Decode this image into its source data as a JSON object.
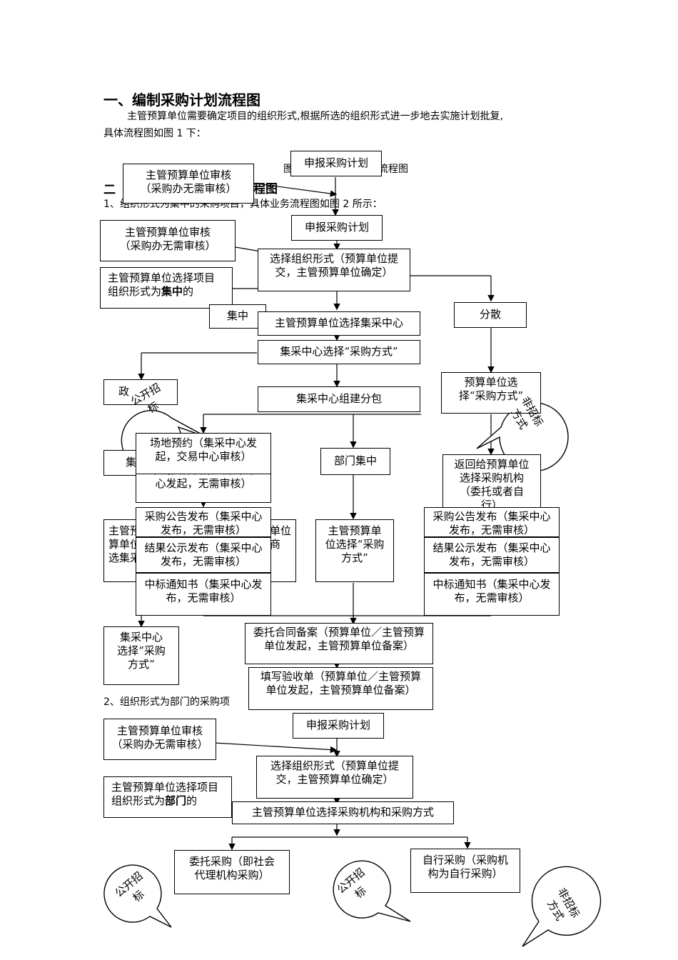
{
  "heading1": "一、编制采购计划流程图",
  "intro_line1": "主管预算单位需要确定项目的组织形式,根据所选的组织形式进一步地去实施计划批复,",
  "intro_line2": "具体流程图如图 1 下：",
  "fig1_caption_left": "图",
  "fig1_caption_right": "流程图",
  "heading2_partial": "二",
  "heading2_tail": "程图",
  "sub1_text": "1、组织形式为集中的采购项目，具体业务流程图如图 2 所示：",
  "sub2_text": "2、组织形式为部门的采购项",
  "top": {
    "apply": "申报采购计划",
    "review": "主管预算单位审核（采购办无需审核）"
  },
  "central": {
    "apply": "申报采购计划",
    "review": "主管预算单位审核（采购办无需审核）",
    "select_form": "选择组织形式（预算单位提交，主管预算单位确定）",
    "note_prefix": "主管预算单位选择项目组织形式为",
    "note_bold": "集中",
    "note_suffix": "的",
    "central_label": "集中",
    "select_center": "主管预算单位选择集采中心",
    "dispersed": "分散",
    "center_method": "集采中心选择“采购方式”",
    "build_package": "集采中心组建分包",
    "gov_partial": "政",
    "ji_partial": "集",
    "site_booking": "场地预约（集采中心发起，交易中心审核）",
    "file_record": "采购文件备案（集采中心发起，无需审核）",
    "dept_central": "部门集中",
    "budget_unit_method": "预算单位选择“采购方式”",
    "return_budget": "返回给预算单位选择采购机构（委托或者自行）",
    "left_stub": "主管预算单位选集采",
    "mid_stub": "单位商",
    "announce_left": "采购公告发布（集采中心发布，无需审核）",
    "result_left": "结果公示发布（集采中心发布，无需审核）",
    "notice_left": "中标通知书（集采中心发布，无需审核）",
    "dept_review": "主管预算单位选择“采购方式”",
    "announce_right": "采购公告发布（集采中心发布，无需审核）",
    "result_right": "结果公示发布（集采中心发布，无需审核）",
    "notice_right": "中标通知书（集采中心发布，无需审核）",
    "center_select2": "集采中心选择“采购方式”",
    "contract_record": "委托合同备案（预算单位／主管预算单位发起，主管预算单位备案）",
    "acceptance": "填写验收单（预算单位／主管预算单位发起，主管预算单位备案）"
  },
  "dept": {
    "apply": "申报采购计划",
    "review": "主管预算单位审核（采购办无需审核）",
    "select_form": "选择组织形式（预算单位提交，主管预算单位确定）",
    "note_prefix": "主管预算单位选择项目组织形式为",
    "note_bold": "部门",
    "note_suffix": "的",
    "select_agency": "主管预算单位选择采购机构和采购方式",
    "entrust": "委托采购（即社会代理机构采购）",
    "self": "自行采购（采购机构为自行采购）"
  },
  "bubbles": {
    "open_tender": "公开招标",
    "non_tender": "非招标方式"
  }
}
